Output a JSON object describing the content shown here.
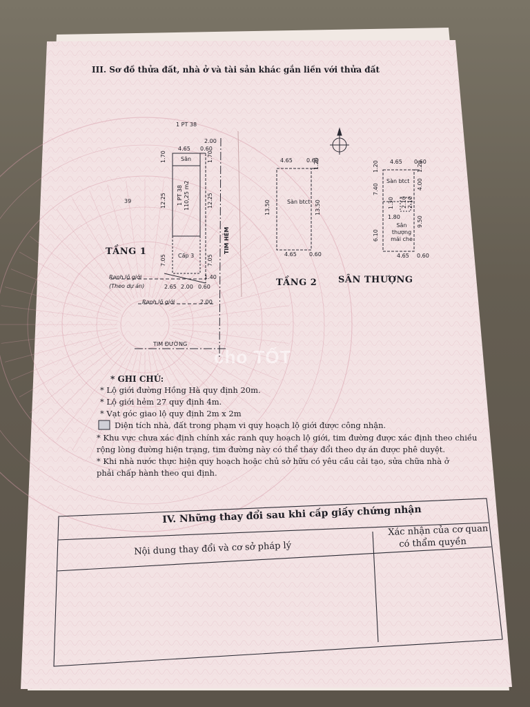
{
  "section3": {
    "heading": "III. Sơ đồ thửa đất, nhà ở và tài sản khác gắn liền với thửa đất"
  },
  "plan": {
    "top_parcel_label": "1 PT 38",
    "left_parcel_label": "39",
    "floor1": {
      "label": "TẦNG 1",
      "san_label": "Sân",
      "parcel_label": "1 PT 38",
      "area_label": "110,25 m2",
      "cap_label": "Cấp 3",
      "dims": {
        "top_width": "4.65",
        "top_right": "0.60",
        "right_offset": "2.00",
        "depth_top_left": "1.70",
        "depth_top_right": "1.70",
        "depth_mid_left": "12.25",
        "depth_mid_right": "12.25",
        "depth_low_left": "7.05",
        "depth_low_right": "7.05",
        "bottom_right_small": "1.40",
        "bottom_a": "2.65",
        "bottom_b": "2.00",
        "bottom_c": "0.60",
        "lower_right": "2.00"
      },
      "ranh_label": "Ranh lộ giới",
      "theo_du_an": "(Theo dự án)",
      "ranh_label_2": "Ranh lộ giới",
      "tim_hem": "TIM HẺM",
      "tim_duong": "TIM ĐƯỜNG"
    },
    "floor2": {
      "label": "TẦNG 2",
      "san_label": "Sàn btct",
      "dims": {
        "top_width": "4.65",
        "top_right": "0.60",
        "top_depth": "1.20",
        "left_depth": "13.50",
        "right_depth": "13.50",
        "bottom_width": "4.65",
        "bottom_right": "0.60"
      }
    },
    "rooftop": {
      "label": "SÂN THƯỢNG",
      "san_label": "Sàn btct",
      "open_label": "Sân thượng mái che",
      "dims": {
        "top_width": "4.65",
        "top_right": "0.60",
        "top_depth": "1.20",
        "top_depth_r": "1.20",
        "left_a": "7.40",
        "right_a": "4.00",
        "small_a": "1.30",
        "small_b": "2.10",
        "small_c": "2.10",
        "small_d": "1.80",
        "left_b": "6.10",
        "right_b": "9.50",
        "bottom_width": "4.65",
        "bottom_right": "0.60"
      }
    },
    "compass": "north-arrow-icon"
  },
  "notes": {
    "title": "* GHI CHÚ:",
    "line1": "* Lộ giới đường Hồng Hà quy định 20m.",
    "line2": "* Lộ giới hẻm 27 quy định 4m.",
    "line3": "* Vạt góc giao lộ quy định 2m x 2m",
    "line4": "Diện tích nhà, đất trong phạm vi quy hoạch lộ giới được công nhận.",
    "line5a": "* Khu vực chưa xác định chính xác ranh quy hoạch lộ giới, tim đường được xác định theo chiều",
    "line5b": "rộng lòng đường hiện trạng, tim đường này có thể thay đổi theo dự án được phê duyệt.",
    "line6a": "* Khi nhà nước thực hiện quy hoạch hoặc chủ sở hữu có yêu cầu cải tạo, sửa chữa nhà ở",
    "line6b": "phải chấp hành theo qui định."
  },
  "section4": {
    "heading": "IV. Những thay đổi sau khi cấp giấy chứng nhận",
    "col1": "Nội dung thay đổi và cơ sở pháp lý",
    "col2a": "Xác nhận của cơ quan",
    "col2b": "có thẩm quyền"
  },
  "watermark": "cho TỐT",
  "colors": {
    "paper": "#f3e3e4",
    "paper_edge": "#efe6e2",
    "ink": "#1d1d24",
    "pattern": "#d9a7b2"
  }
}
